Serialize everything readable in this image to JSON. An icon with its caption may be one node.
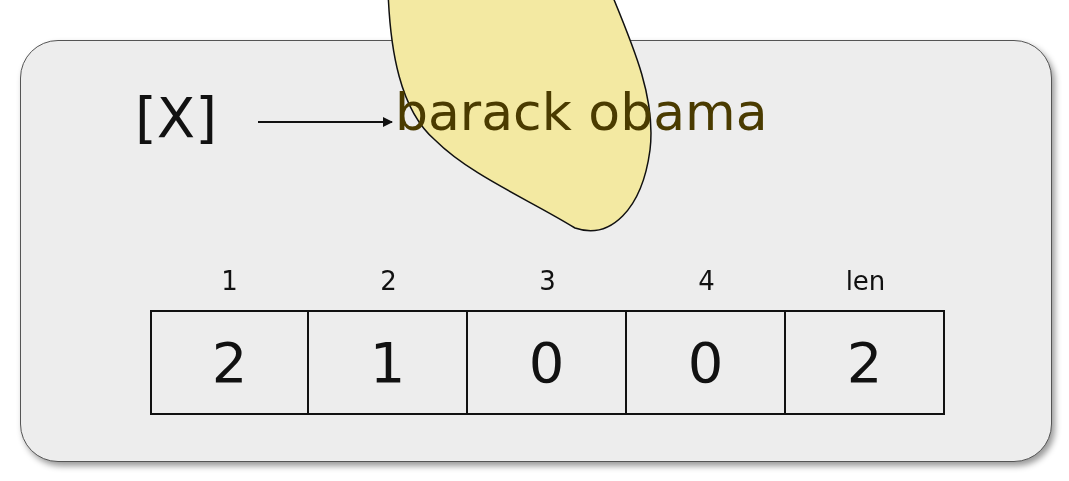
{
  "diagram": {
    "nodes": [
      {
        "text": [
          "[X]"
        ]
      },
      {
        "text": [
          "barack obama"
        ]
      }
    ],
    "edges": [
      {
        "from": 0,
        "to": 1,
        "arrow": "to"
      }
    ],
    "labels": [
      "1",
      "2",
      "3",
      "4",
      "len",
      "2",
      "1",
      "0",
      "0",
      "2"
    ]
  }
}
